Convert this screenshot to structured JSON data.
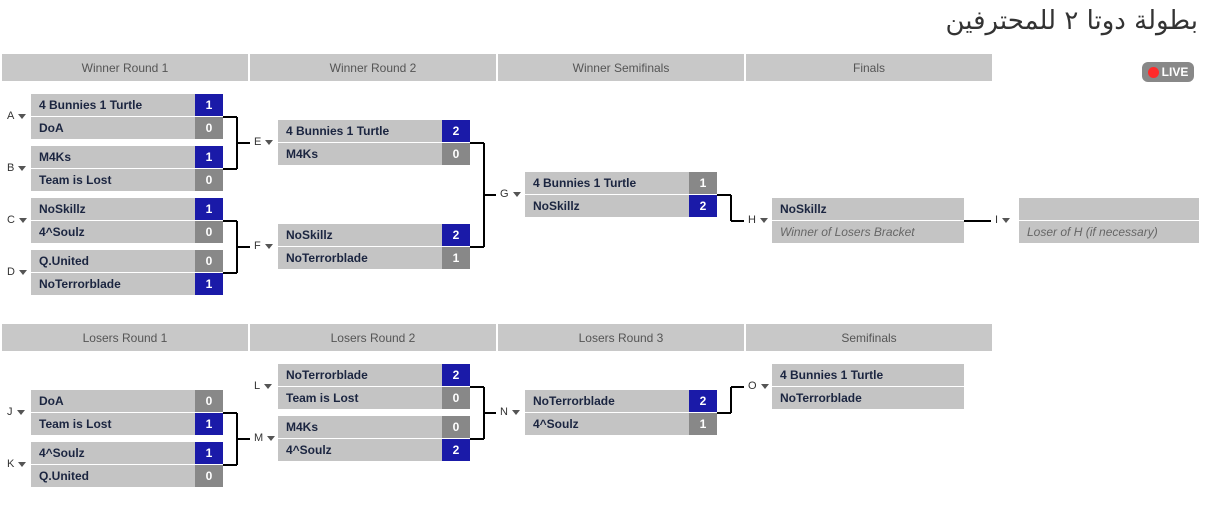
{
  "title": "بطولة دوتا ٢ للمحترفين",
  "live_label": "LIVE",
  "winner_headers": [
    "Winner Round 1",
    "Winner Round 2",
    "Winner Semifinals",
    "Finals"
  ],
  "loser_headers": [
    "Losers Round 1",
    "Losers Round 2",
    "Losers Round 3",
    "Semifinals"
  ],
  "matches": [
    {
      "id": "A",
      "top": {
        "name": "4 Bunnies 1 Turtle",
        "score": "1",
        "win": true
      },
      "bottom": {
        "name": "DoA",
        "score": "0",
        "win": false
      }
    },
    {
      "id": "B",
      "top": {
        "name": "M4Ks",
        "score": "1",
        "win": true
      },
      "bottom": {
        "name": "Team is Lost",
        "score": "0",
        "win": false
      }
    },
    {
      "id": "C",
      "top": {
        "name": "NoSkillz",
        "score": "1",
        "win": true
      },
      "bottom": {
        "name": "4^Soulz",
        "score": "0",
        "win": false
      }
    },
    {
      "id": "D",
      "top": {
        "name": "Q.United",
        "score": "0",
        "win": false
      },
      "bottom": {
        "name": "NoTerrorblade",
        "score": "1",
        "win": true
      }
    },
    {
      "id": "E",
      "top": {
        "name": "4 Bunnies 1 Turtle",
        "score": "2",
        "win": true
      },
      "bottom": {
        "name": "M4Ks",
        "score": "0",
        "win": false
      }
    },
    {
      "id": "F",
      "top": {
        "name": "NoSkillz",
        "score": "2",
        "win": true
      },
      "bottom": {
        "name": "NoTerrorblade",
        "score": "1",
        "win": false
      }
    },
    {
      "id": "G",
      "top": {
        "name": "4 Bunnies 1 Turtle",
        "score": "1",
        "win": false
      },
      "bottom": {
        "name": "NoSkillz",
        "score": "2",
        "win": true
      }
    },
    {
      "id": "H",
      "top": {
        "name": "NoSkillz",
        "score": "",
        "win": false
      },
      "bottom": {
        "name": "Winner of Losers Bracket",
        "score": "",
        "win": false,
        "tbd": true
      }
    },
    {
      "id": "I",
      "top": {
        "name": "",
        "score": "",
        "win": false
      },
      "bottom": {
        "name": "Loser of H (if necessary)",
        "score": "",
        "win": false,
        "tbd": true
      }
    },
    {
      "id": "J",
      "top": {
        "name": "DoA",
        "score": "0",
        "win": false
      },
      "bottom": {
        "name": "Team is Lost",
        "score": "1",
        "win": true
      }
    },
    {
      "id": "K",
      "top": {
        "name": "4^Soulz",
        "score": "1",
        "win": true
      },
      "bottom": {
        "name": "Q.United",
        "score": "0",
        "win": false
      }
    },
    {
      "id": "L",
      "top": {
        "name": "NoTerrorblade",
        "score": "2",
        "win": true
      },
      "bottom": {
        "name": "Team is Lost",
        "score": "0",
        "win": false
      }
    },
    {
      "id": "M",
      "top": {
        "name": "M4Ks",
        "score": "0",
        "win": false
      },
      "bottom": {
        "name": "4^Soulz",
        "score": "2",
        "win": true
      }
    },
    {
      "id": "N",
      "top": {
        "name": "NoTerrorblade",
        "score": "2",
        "win": true
      },
      "bottom": {
        "name": "4^Soulz",
        "score": "1",
        "win": false
      }
    },
    {
      "id": "O",
      "top": {
        "name": "4 Bunnies 1 Turtle",
        "score": "",
        "win": false
      },
      "bottom": {
        "name": "NoTerrorblade",
        "score": "",
        "win": false
      }
    }
  ]
}
